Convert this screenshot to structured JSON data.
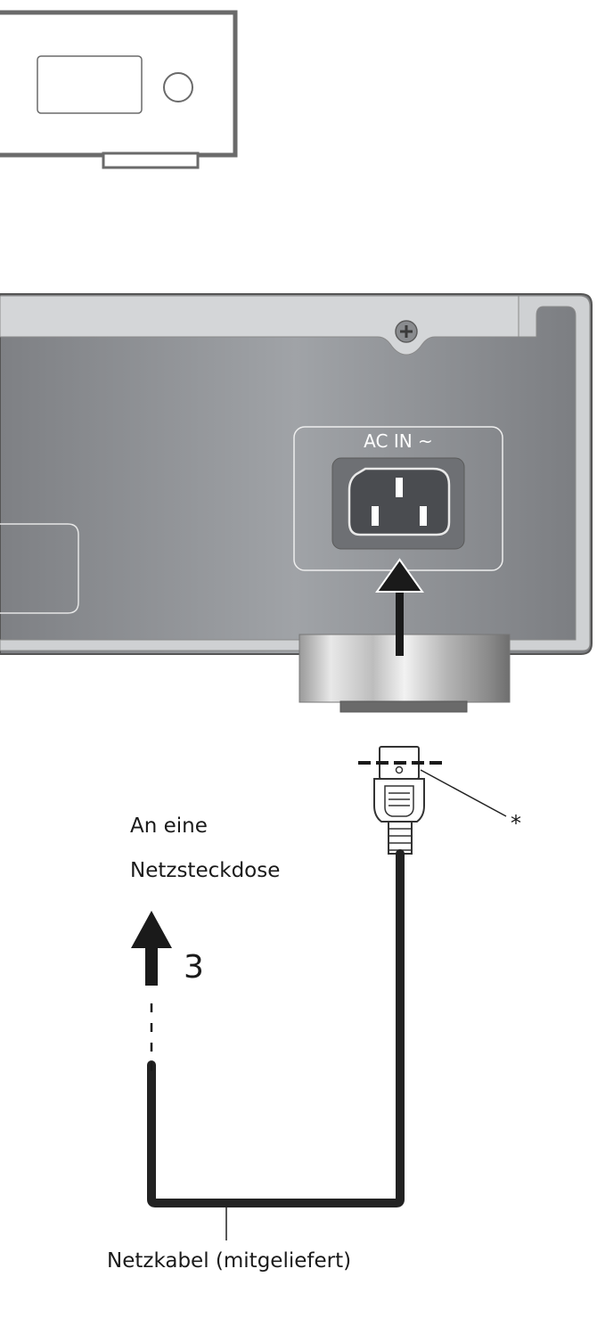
{
  "labels": {
    "ac_in": "AC IN ~",
    "outlet_line1": "An eine",
    "outlet_line2": "Netzsteckdose",
    "step_number": "3",
    "asterisk": "*",
    "power_cable": "Netzkabel (mitgeliefert)"
  },
  "colors": {
    "outline": "#555555",
    "panel_dark": "#7d7f83",
    "panel_mid": "#999ca0",
    "panel_light": "#cfd1d3",
    "cable": "#222222",
    "arrow": "#1a1a1a"
  }
}
